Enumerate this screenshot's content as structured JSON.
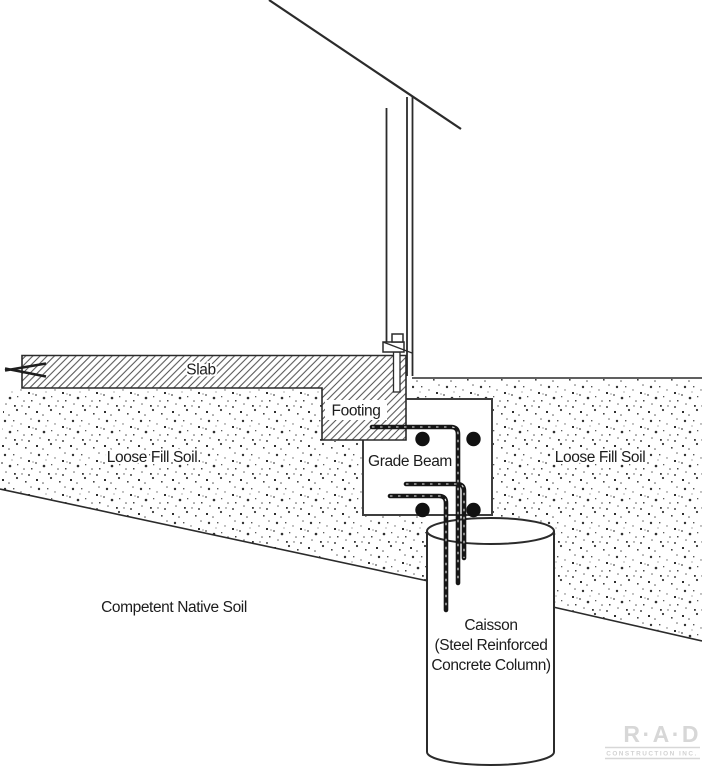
{
  "diagram": {
    "title_domain": "foundation-detail-section",
    "labels": {
      "slab": "Slab",
      "footing": "Footing",
      "grade_beam": "Grade Beam",
      "loose_fill_left": "Loose Fill Soil",
      "loose_fill_right": "Loose Fill Soil",
      "competent_native": "Competent Native Soil",
      "caisson_line1": "Caisson",
      "caisson_line2": "(Steel Reinforced",
      "caisson_line3": "Concrete Column)"
    },
    "logo": {
      "main": "R·A·D",
      "sub": "CONSTRUCTION INC."
    },
    "colors": {
      "line": "#2b2b2b",
      "hatch": "#4d4d4d",
      "stipple": "#3f3f3f",
      "rebar": "#161616",
      "logo_gray": "#d7d7d7",
      "background": "#ffffff"
    }
  }
}
